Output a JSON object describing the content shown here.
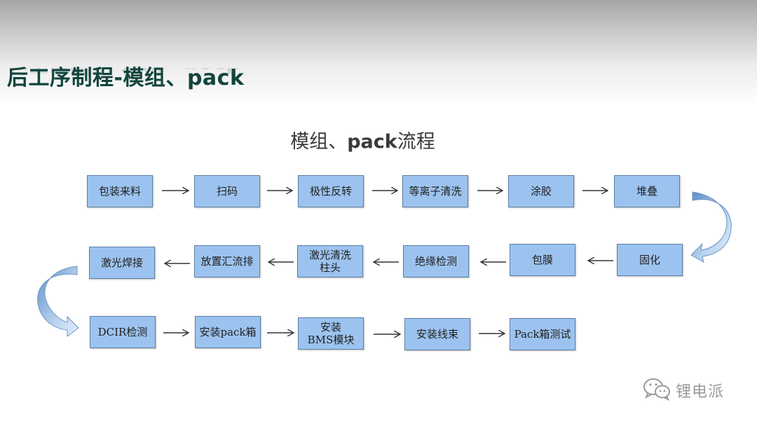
{
  "header": {
    "title": "后工序制程-模组、pack"
  },
  "diagram": {
    "subtitle_prefix": "模组、",
    "subtitle_bold": "pack",
    "subtitle_suffix": "流程",
    "steps": [
      {
        "label": "包装来料"
      },
      {
        "label": "扫码"
      },
      {
        "label": "极性反转"
      },
      {
        "label": "等离子清洗"
      },
      {
        "label": "涂胶"
      },
      {
        "label": "堆叠"
      },
      {
        "label": "固化"
      },
      {
        "label": "包膜"
      },
      {
        "label": "绝缘检测"
      },
      {
        "label": "激光清洗\n柱头"
      },
      {
        "label": "放置汇流排"
      },
      {
        "label": "激光焊接"
      },
      {
        "label": "DCIR检测"
      },
      {
        "label": "安装pack箱"
      },
      {
        "label": "安装\nBMS模块"
      },
      {
        "label": "安装线束"
      },
      {
        "label": "Pack箱测试"
      }
    ]
  },
  "watermark": {
    "text": "锂电派",
    "icon": "wechat-icon"
  },
  "colors": {
    "box_fill": "#9cc3ef",
    "box_border": "#5b7fa6",
    "title": "#12453d",
    "curved_arrow": "#7ea6d3"
  }
}
